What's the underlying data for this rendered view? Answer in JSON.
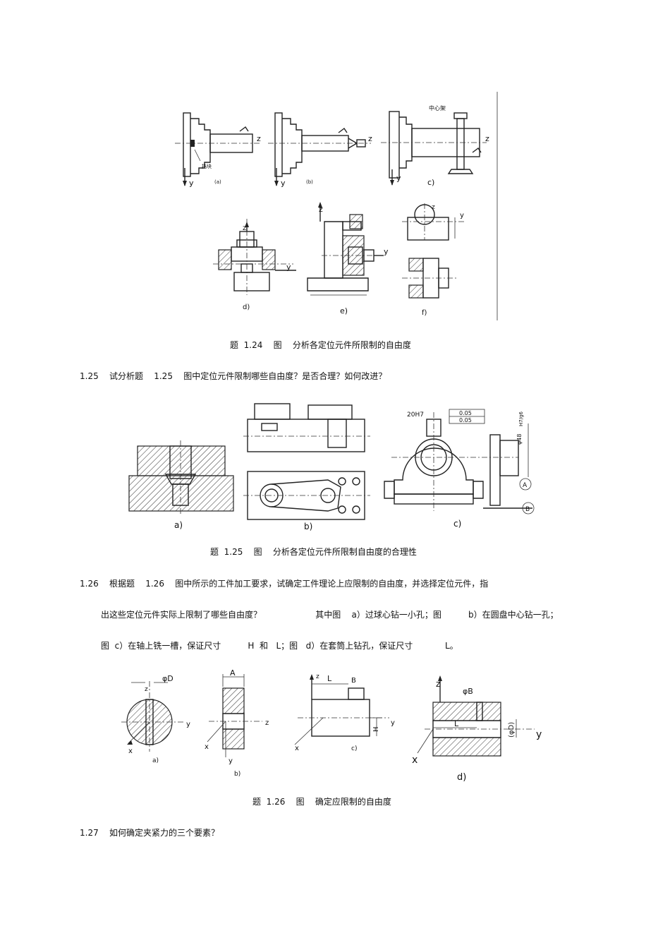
{
  "figure_124": {
    "labels": {
      "a": "(a)",
      "b": "(b)",
      "c": "c)",
      "d": "d)",
      "e": "e)",
      "f": "f)",
      "center_rest": "中心架",
      "stop_block": "挡块",
      "axis_z": "z",
      "axis_y": "y"
    },
    "caption": "题  1.24    图    分析各定位元件所限制的自由度"
  },
  "question_125": "1.25    试分析题    1.25    图中定位元件限制哪些自由度？是否合理？如何改进？",
  "figure_125": {
    "labels": {
      "a": "a)",
      "b": "b)",
      "c": "c)",
      "fit": "20H7",
      "tol1": "0.05",
      "tol2": "0.05",
      "datumA": "A",
      "datumB": "B",
      "dia": "φ48",
      "fit2": "H7/g6"
    },
    "caption": "题  1.25    图    分析各定位元件所限制自由度的合理性"
  },
  "question_126": {
    "line1": "1.26    根据题    1.26    图中所示的工件加工要求，试确定工件理论上应限制的自由度，并选择定位元件，指",
    "line2": "出这些定位元件实际上限制了哪些自由度？                    其中图    a）过球心钻一小孔；图          b）在圆盘中心钻一孔；",
    "line3": "图  c）在轴上铣一槽，保证尺寸          H  和   L；图   d）在套筒上钻孔，保证尺寸            L。"
  },
  "figure_126": {
    "labels": {
      "a": "a)",
      "b": "b)",
      "c": "c)",
      "d": "d)",
      "phiD": "φD",
      "A": "A",
      "L": "L",
      "B": "B",
      "H": "H",
      "phiB": "φB",
      "phiD2": "(φD)",
      "x": "x",
      "y": "y",
      "z": "z"
    },
    "caption": "题  1.26    图    确定应限制的自由度"
  },
  "question_127": "1.27    如何确定夹紧力的三个要素？"
}
